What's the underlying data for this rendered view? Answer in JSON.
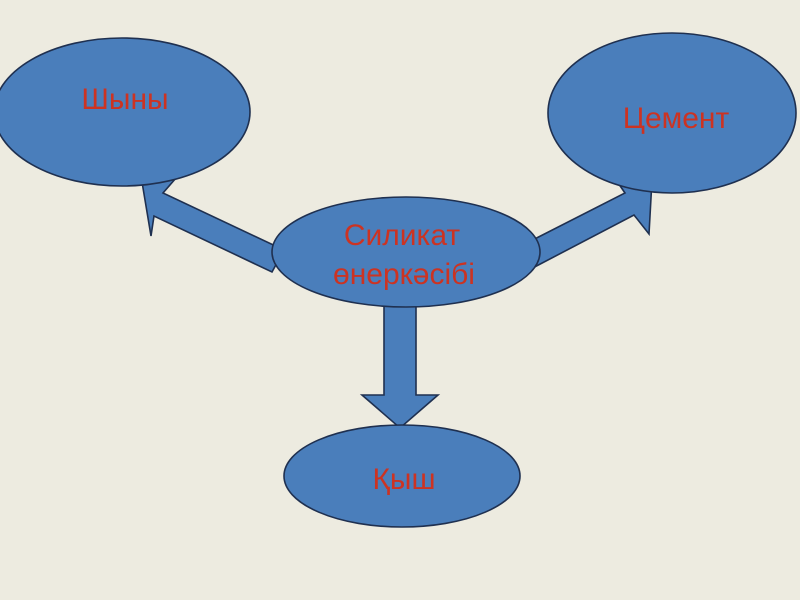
{
  "diagram": {
    "title_text": "Силикат өнеркәсібі",
    "background_color": "#EDEBE0",
    "shape_fill_color": "#4A7EBB",
    "shape_outline_color": "#1F3050",
    "text_color": "#CC3322",
    "center_node": {
      "label_line1": "Силикат",
      "label_line2": "өнеркәсібі"
    },
    "nodes": [
      {
        "id": "glass",
        "label": "Шыны"
      },
      {
        "id": "cement",
        "label": "Цемент"
      },
      {
        "id": "ceramic",
        "label": "Қыш"
      }
    ],
    "connectors": [
      {
        "id": "to-glass",
        "direction": "up-left",
        "icon": "block-arrow-icon"
      },
      {
        "id": "to-cement",
        "direction": "up-right",
        "icon": "block-arrow-icon"
      },
      {
        "id": "to-ceramic",
        "direction": "down",
        "icon": "block-arrow-icon"
      }
    ]
  }
}
